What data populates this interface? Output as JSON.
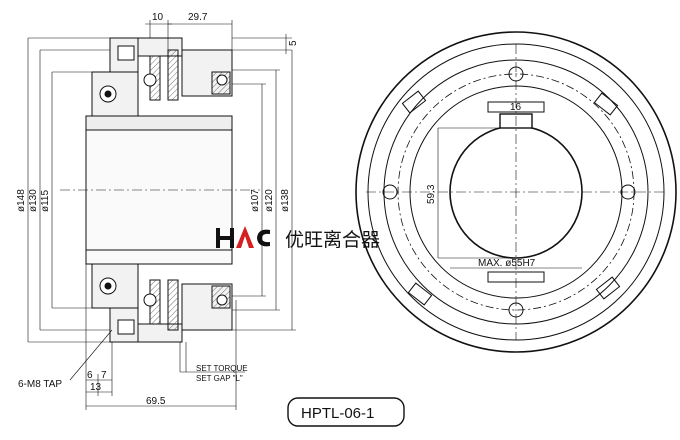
{
  "brand": {
    "logo_text": "HAC",
    "name_cn": "优旺离合器",
    "logo_accent_color": "#d61f1f"
  },
  "model_label": "HPTL-06-1",
  "side_view": {
    "dims_top": {
      "a": "10",
      "b": "29.7",
      "c": "5"
    },
    "dims_left": {
      "d148": "ø148",
      "d130": "ø130",
      "d115": "ø115"
    },
    "dims_right": {
      "d107": "ø107",
      "d120": "ø120",
      "d138": "ø138"
    },
    "dims_bottom": {
      "tap": "6-M8 TAP",
      "six": "6",
      "seven": "7",
      "thirteen": "13",
      "total": "69.5"
    },
    "notes": {
      "set_torque": "SET TORQUE",
      "set_gap": "SET GAP \"L\""
    }
  },
  "front_view": {
    "keyway_width": "16",
    "keyway_depth": "59.3",
    "bore": "MAX. ø55H7"
  }
}
